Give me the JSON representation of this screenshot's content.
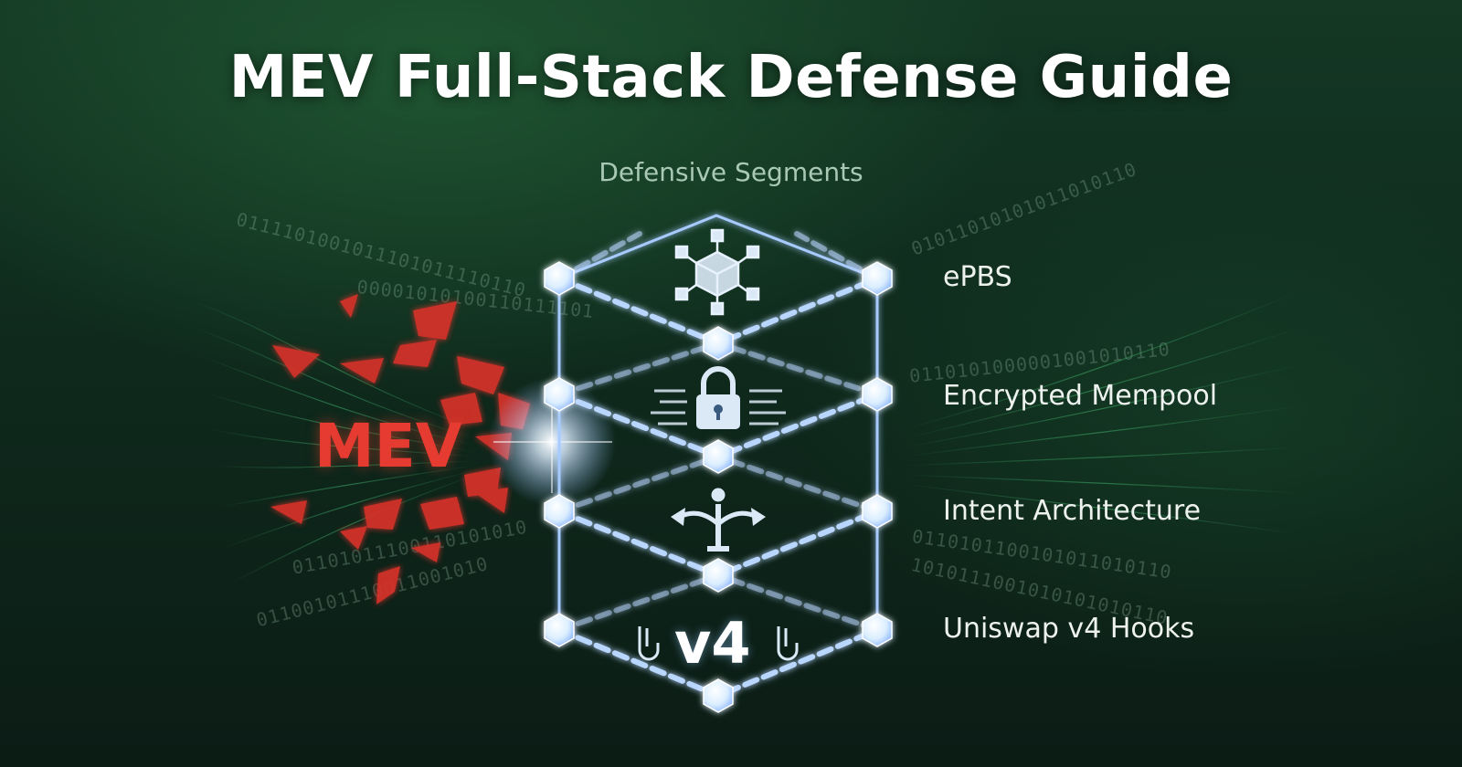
{
  "title": "MEV Full-Stack Defense Guide",
  "subtitle": "Defensive Segments",
  "threat_label": "MEV",
  "segments": [
    {
      "label": "ePBS",
      "icon": "network-cube-icon"
    },
    {
      "label": "Encrypted Mempool",
      "icon": "padlock-icon"
    },
    {
      "label": "Intent Architecture",
      "icon": "branching-arrows-icon"
    },
    {
      "label": "Uniswap v4 Hooks",
      "icon": "hooks-icon",
      "badge": "v4"
    }
  ],
  "binary_strings": [
    "0111101001011101011110110",
    "00001010100110111101",
    "01011010101011010110",
    "0110101000001001010110",
    "01101011100110101010",
    "01100101110011001010",
    "0110101100101011010110",
    "1010111001010101010110"
  ],
  "colors": {
    "background": "#0f2a1d",
    "threat": "#e63b30",
    "chain": "#8fb8ff",
    "node": "#dff0ff",
    "label": "#eef2ef"
  }
}
